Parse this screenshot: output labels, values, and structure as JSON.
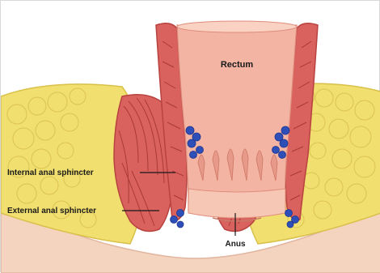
{
  "diagram": {
    "labels": {
      "rectum": "Rectum",
      "internal_sphincter": "Internal anal sphincter",
      "external_sphincter": "External anal sphincter",
      "anus": "Anus"
    },
    "colors": {
      "background": "#ffffff",
      "fat": "#f1df6f",
      "fat_outline": "#d9c04a",
      "muscle": "#d9625e",
      "muscle_dark": "#b8423f",
      "mucosa": "#f3b4a4",
      "mucosa_light": "#f9d2c3",
      "vessel": "#2e4fb8",
      "skin": "#f6d6c4"
    }
  }
}
